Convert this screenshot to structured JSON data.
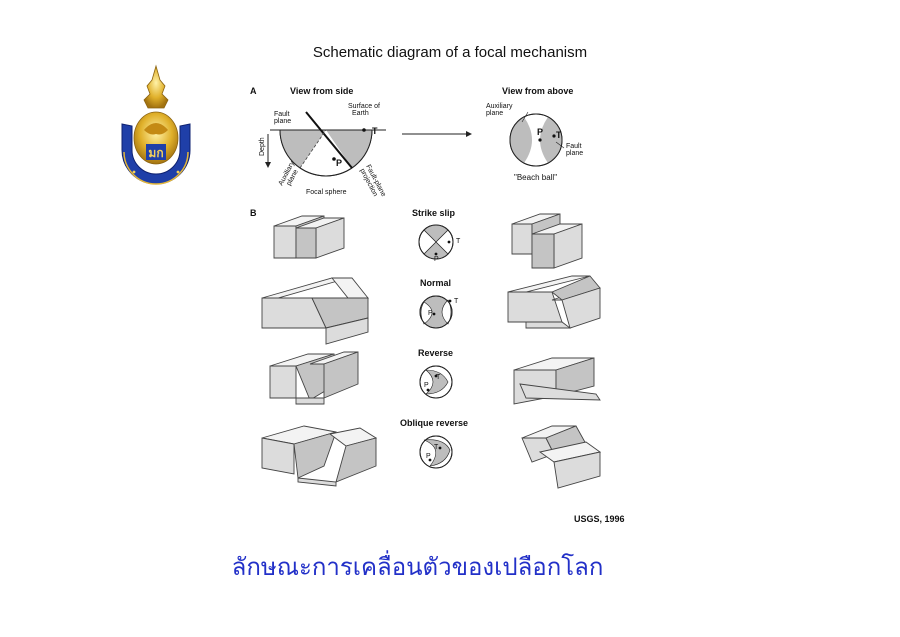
{
  "title": "Schematic diagram of a focal mechanism",
  "section_a": {
    "label": "A",
    "side_view": {
      "heading": "View from side",
      "fault_plane": [
        "Fault",
        "plane"
      ],
      "surface": [
        "Surface of",
        "Earth"
      ],
      "depth": "Depth",
      "auxiliary_plane": [
        "Auxiliary",
        "plane"
      ],
      "focal_sphere": "Focal sphere",
      "fault_plane_projection": [
        "Fault-plane",
        "projection"
      ],
      "p": "P",
      "t": "T"
    },
    "top_view": {
      "heading": "View from above",
      "auxiliary_plane": [
        "Auxiliary",
        "plane"
      ],
      "fault_plane": [
        "Fault",
        "plane"
      ],
      "beach_ball": "\"Beach ball\"",
      "p": "P",
      "t": "T"
    }
  },
  "section_b": {
    "label": "B",
    "mechanisms": [
      {
        "name": "Strike slip",
        "p": "P",
        "t": "T"
      },
      {
        "name": "Normal",
        "p": "P",
        "t": "T"
      },
      {
        "name": "Reverse",
        "p": "P",
        "t": "T"
      },
      {
        "name": "Oblique reverse",
        "p": "P",
        "t": "T"
      }
    ]
  },
  "credit": "USGS, 1996",
  "caption": "ลักษณะการเคลื่อนตัวของเปลือกโลก",
  "colors": {
    "caption": "#2230c8",
    "logo_blue": "#1f3fa8",
    "logo_gold": "#d9a520"
  }
}
